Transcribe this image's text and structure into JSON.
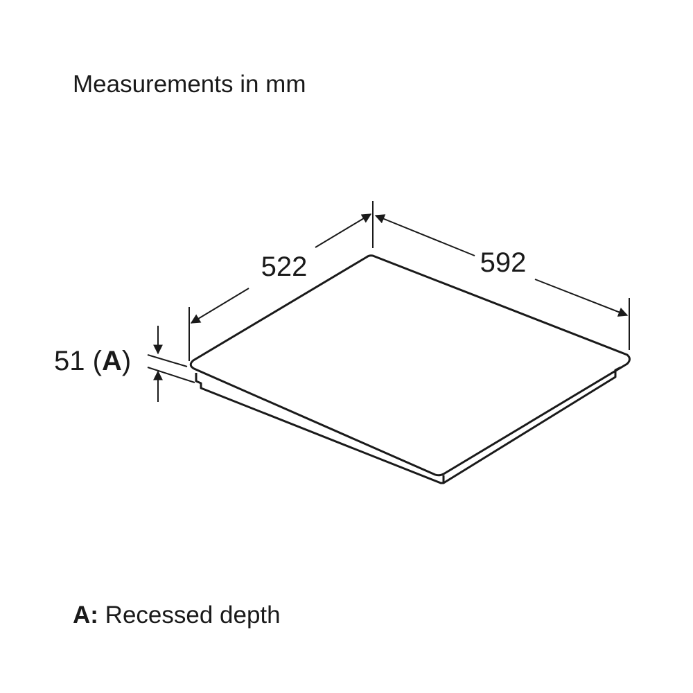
{
  "title": "Measurements in mm",
  "dimensions": {
    "depth": "522",
    "width": "592",
    "recess_value": "51 (",
    "recess_key": "A",
    "recess_close": ")"
  },
  "legend": {
    "key": "A:",
    "text": "Recessed depth"
  },
  "colors": {
    "line": "#1a1a1a",
    "background": "#ffffff"
  }
}
